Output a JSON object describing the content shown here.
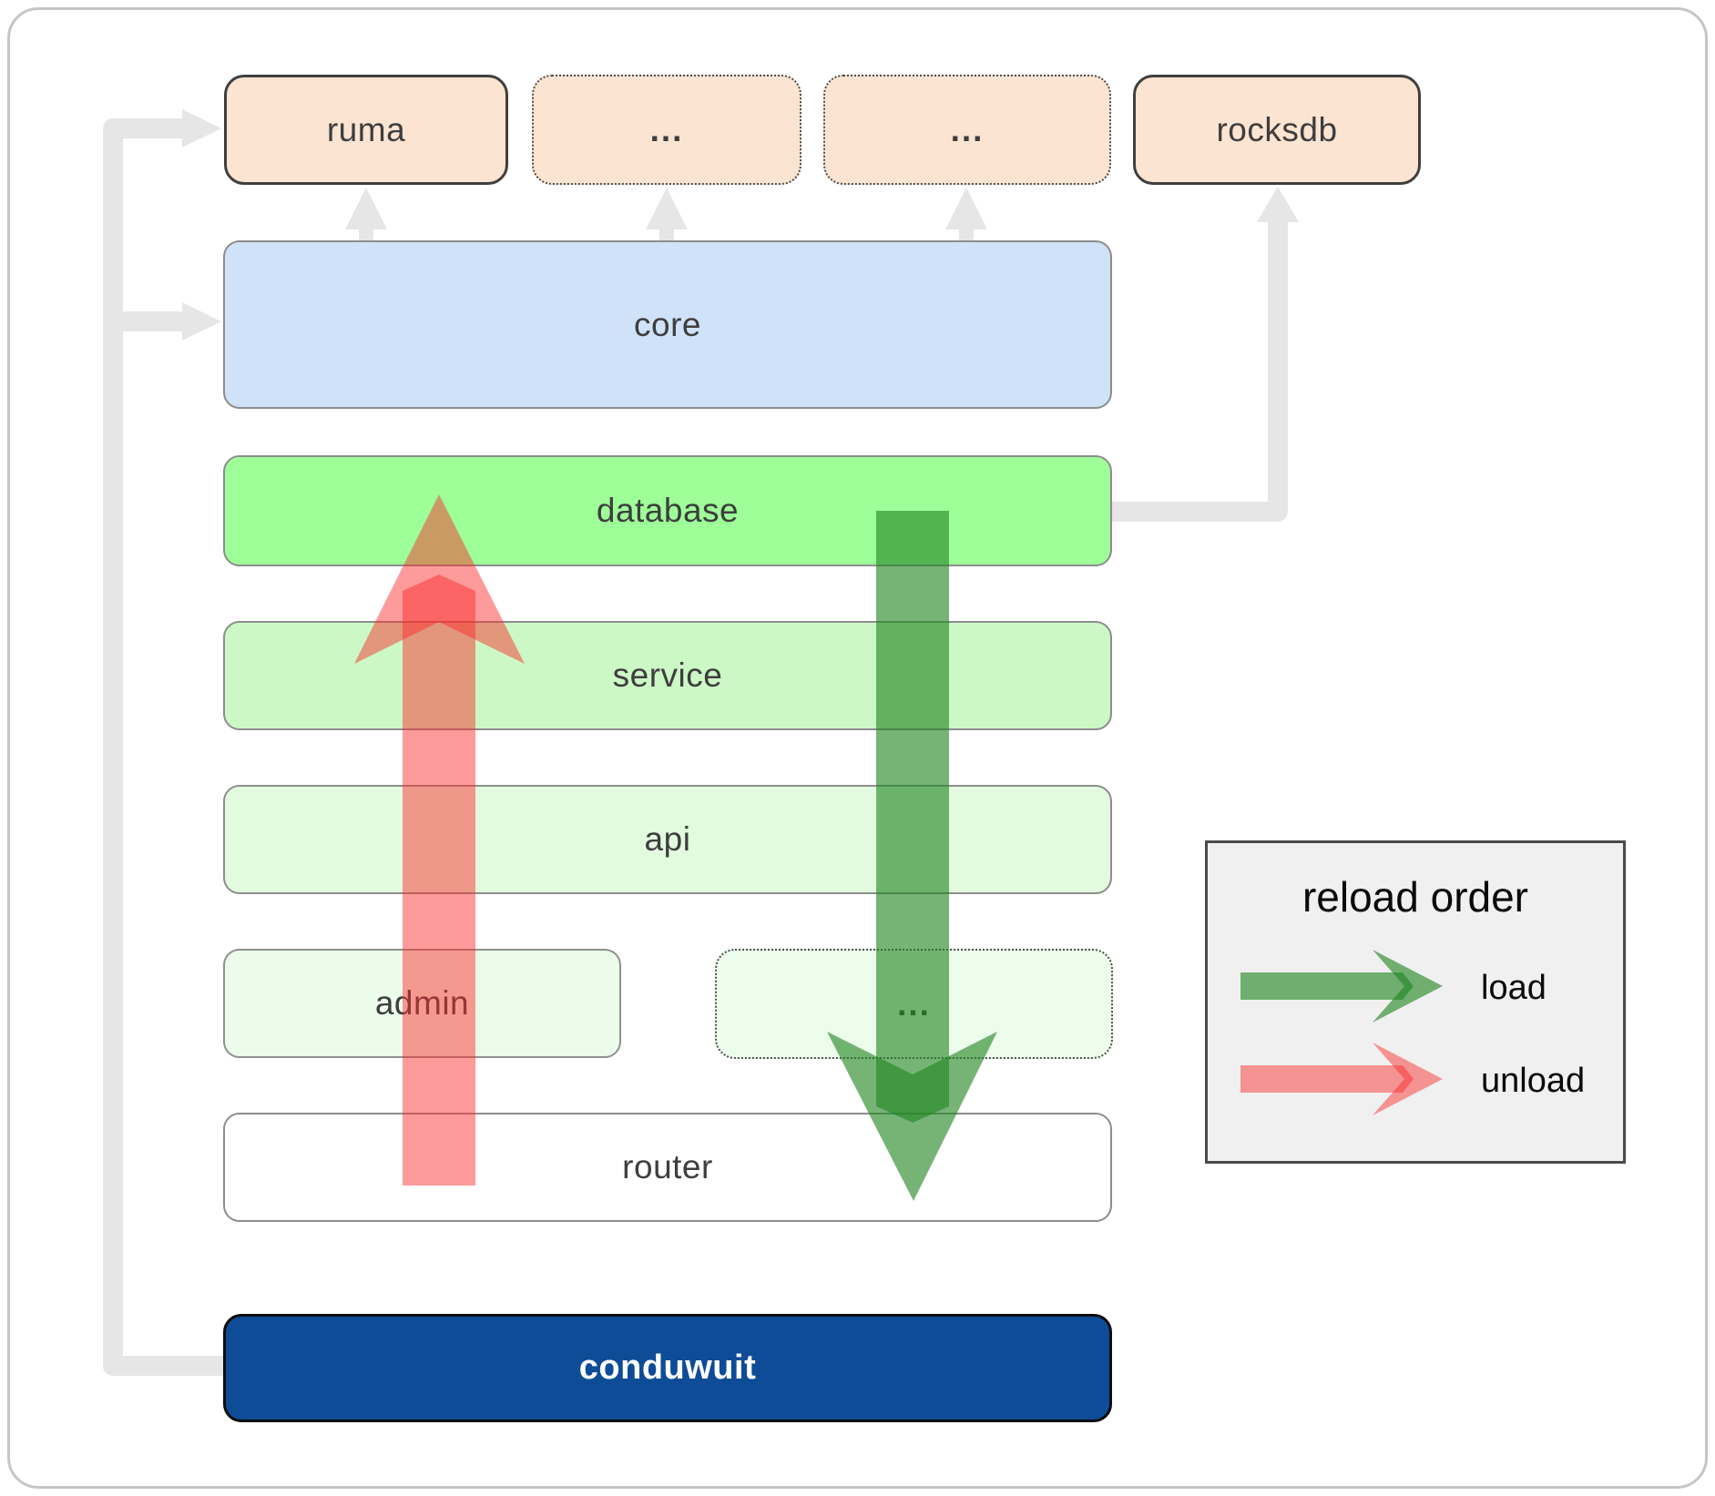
{
  "nodes": {
    "ruma": "ruma",
    "ellipsis_top_1": "...",
    "ellipsis_top_2": "...",
    "rocksdb": "rocksdb",
    "core": "core",
    "database": "database",
    "service": "service",
    "api": "api",
    "admin": "admin",
    "ellipsis_mid": "...",
    "router": "router",
    "conduwuit": "conduwuit"
  },
  "legend": {
    "title": "reload order",
    "items": [
      {
        "label": "load",
        "color": "#228622"
      },
      {
        "label": "unload",
        "color": "#fb2b2b"
      }
    ]
  },
  "palette": {
    "peach_box": "#fce4d2",
    "core_blue": "#cfe2f7",
    "database_green": "#9eff99",
    "service_green": "#ccf8c6",
    "api_green": "#e2fbdf",
    "admin_green": "#ebfdea",
    "conduwuit_blue": "#0e4c97",
    "connector_gray": "#e6e6e6",
    "load_arrow_green": "#228622",
    "unload_arrow_red": "#fb2b2b",
    "legend_bg": "#f0f0f0"
  }
}
